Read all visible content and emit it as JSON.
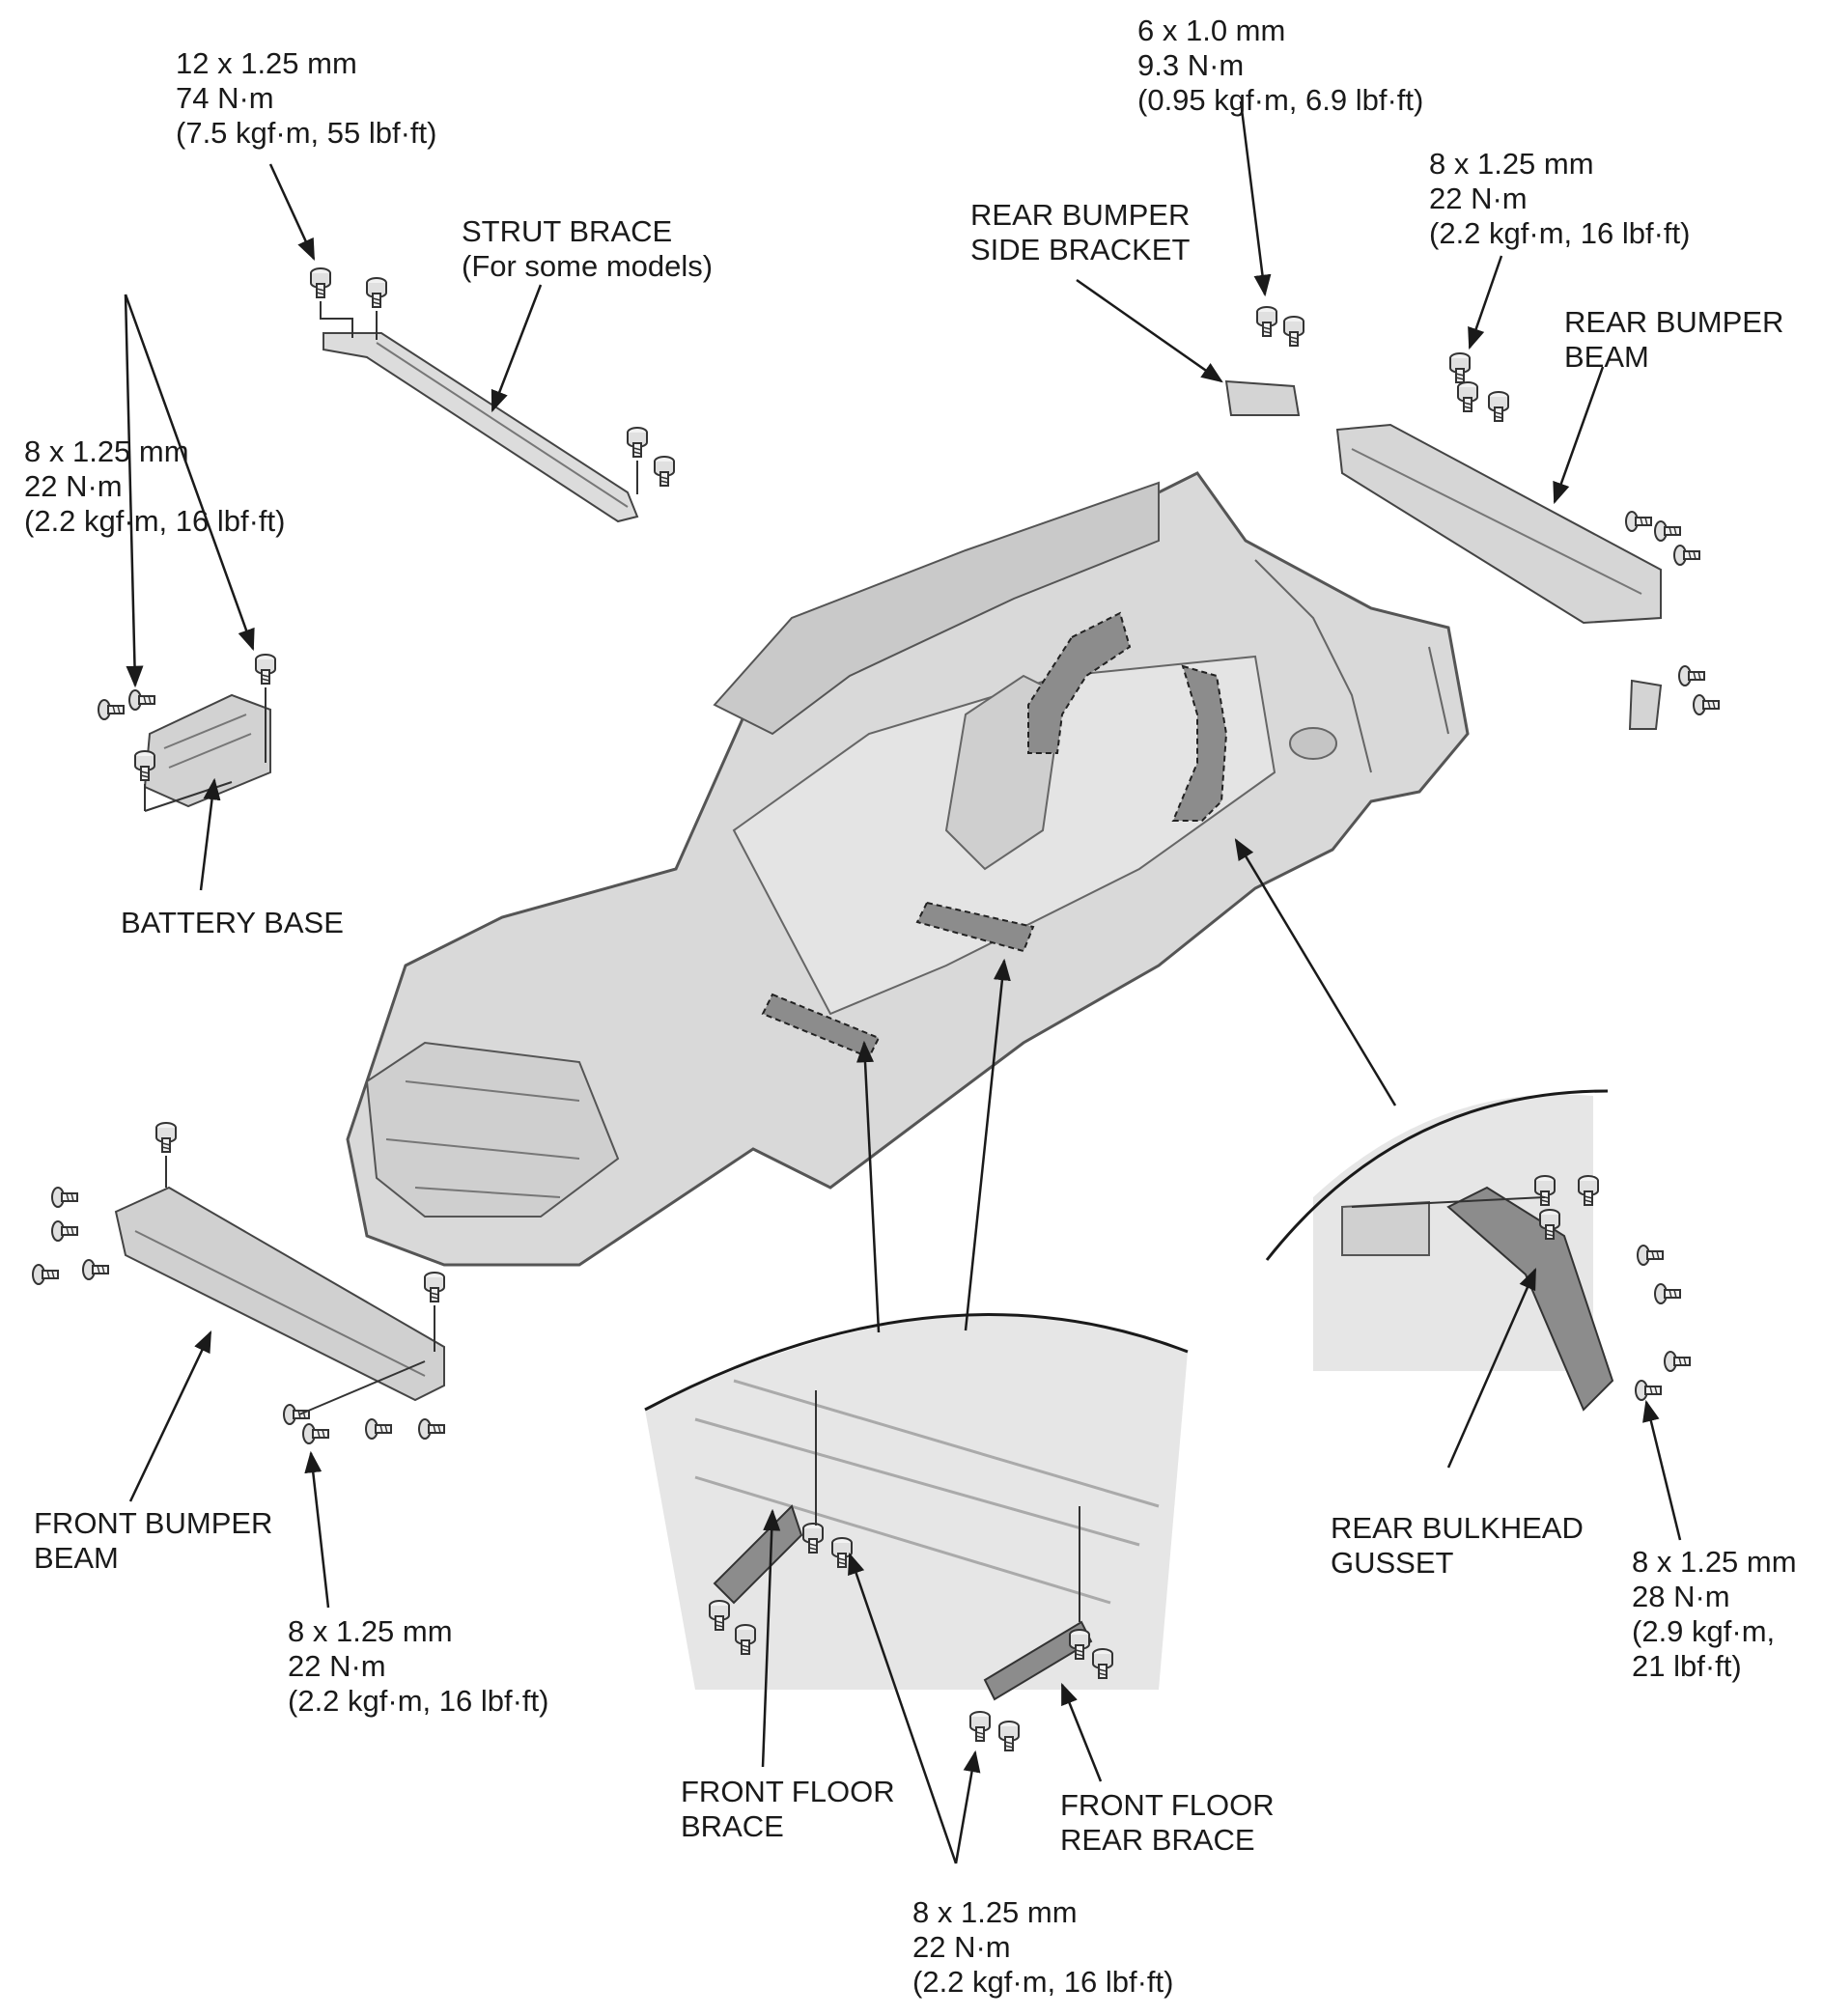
{
  "colors": {
    "line": "#1a1a1a",
    "body_fill": "#d9d9d9",
    "body_stroke": "#555555",
    "part_fill": "#bdbdbd",
    "highlight_fill": "#8c8c8c",
    "inset_fill": "#e6e6e6"
  },
  "labels": {
    "strut_brace_torque": [
      "12 x 1.25 mm",
      "74 N·m",
      "(7.5 kgf·m, 55 lbf·ft)"
    ],
    "strut_brace": [
      "STRUT BRACE",
      "(For some models)"
    ],
    "battery_base_torque": [
      "8 x 1.25 mm",
      "22 N·m",
      "(2.2 kgf·m, 16 lbf·ft)"
    ],
    "battery_base": [
      "BATTERY BASE"
    ],
    "rear_bumper_side_torque": [
      "6 x 1.0 mm",
      "9.3 N·m",
      "(0.95 kgf·m, 6.9 lbf·ft)"
    ],
    "rear_bumper_side_bracket": [
      "REAR BUMPER",
      "SIDE BRACKET"
    ],
    "rear_bumper_beam_torque": [
      "8 x 1.25 mm",
      "22 N·m",
      "(2.2 kgf·m, 16 lbf·ft)"
    ],
    "rear_bumper_beam": [
      "REAR BUMPER",
      "BEAM"
    ],
    "front_bumper_beam": [
      "FRONT BUMPER",
      "BEAM"
    ],
    "front_bumper_torque": [
      "8 x 1.25 mm",
      "22 N·m",
      "(2.2 kgf·m, 16 lbf·ft)"
    ],
    "rear_bulkhead_gusset": [
      "REAR BULKHEAD",
      "GUSSET"
    ],
    "rear_bulkhead_torque": [
      "8 x 1.25 mm",
      "28 N·m",
      "(2.9 kgf·m,",
      "21 lbf·ft)"
    ],
    "front_floor_brace": [
      "FRONT FLOOR",
      "BRACE"
    ],
    "front_floor_rear_brace": [
      "FRONT FLOOR",
      "REAR BRACE"
    ],
    "front_floor_torque": [
      "8 x 1.25 mm",
      "22 N·m",
      "(2.2 kgf·m, 16 lbf·ft)"
    ]
  }
}
